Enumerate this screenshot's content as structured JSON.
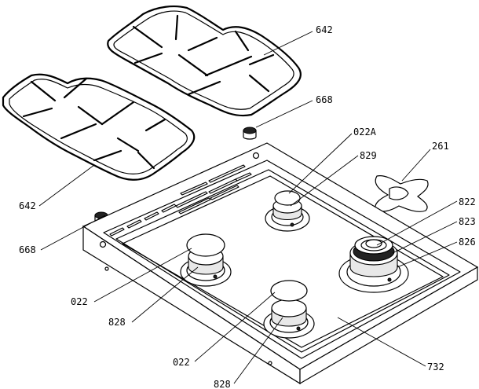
{
  "labels": {
    "grate_top": "642",
    "grate_left": "642",
    "knob_cap_top": "668",
    "knob_cap_left": "668",
    "cap_back_burner": "022A",
    "ring_back_burner": "829",
    "wok_adapter": "261",
    "wok_cap": "822",
    "wok_inner": "823",
    "wok_body": "826",
    "cap_left_burner": "022",
    "ring_left_burner": "828",
    "cap_front_burner": "022",
    "ring_front_burner": "828",
    "hob_panel": "732"
  }
}
